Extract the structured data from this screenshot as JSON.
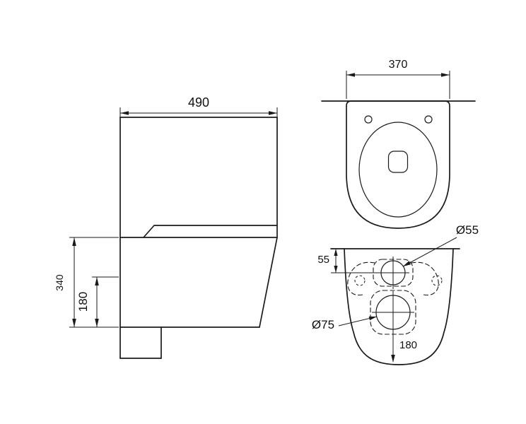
{
  "drawing": {
    "line_color": "#1a1a1a",
    "side_view": {
      "depth": "490",
      "height": "340",
      "outlet_height": "180"
    },
    "top_view": {
      "width": "370"
    },
    "rear_view": {
      "inlet_offset": "55",
      "inlet_diameter": "Ø55",
      "outlet_diameter": "Ø75",
      "outlet_bottom_distance": "180"
    }
  }
}
